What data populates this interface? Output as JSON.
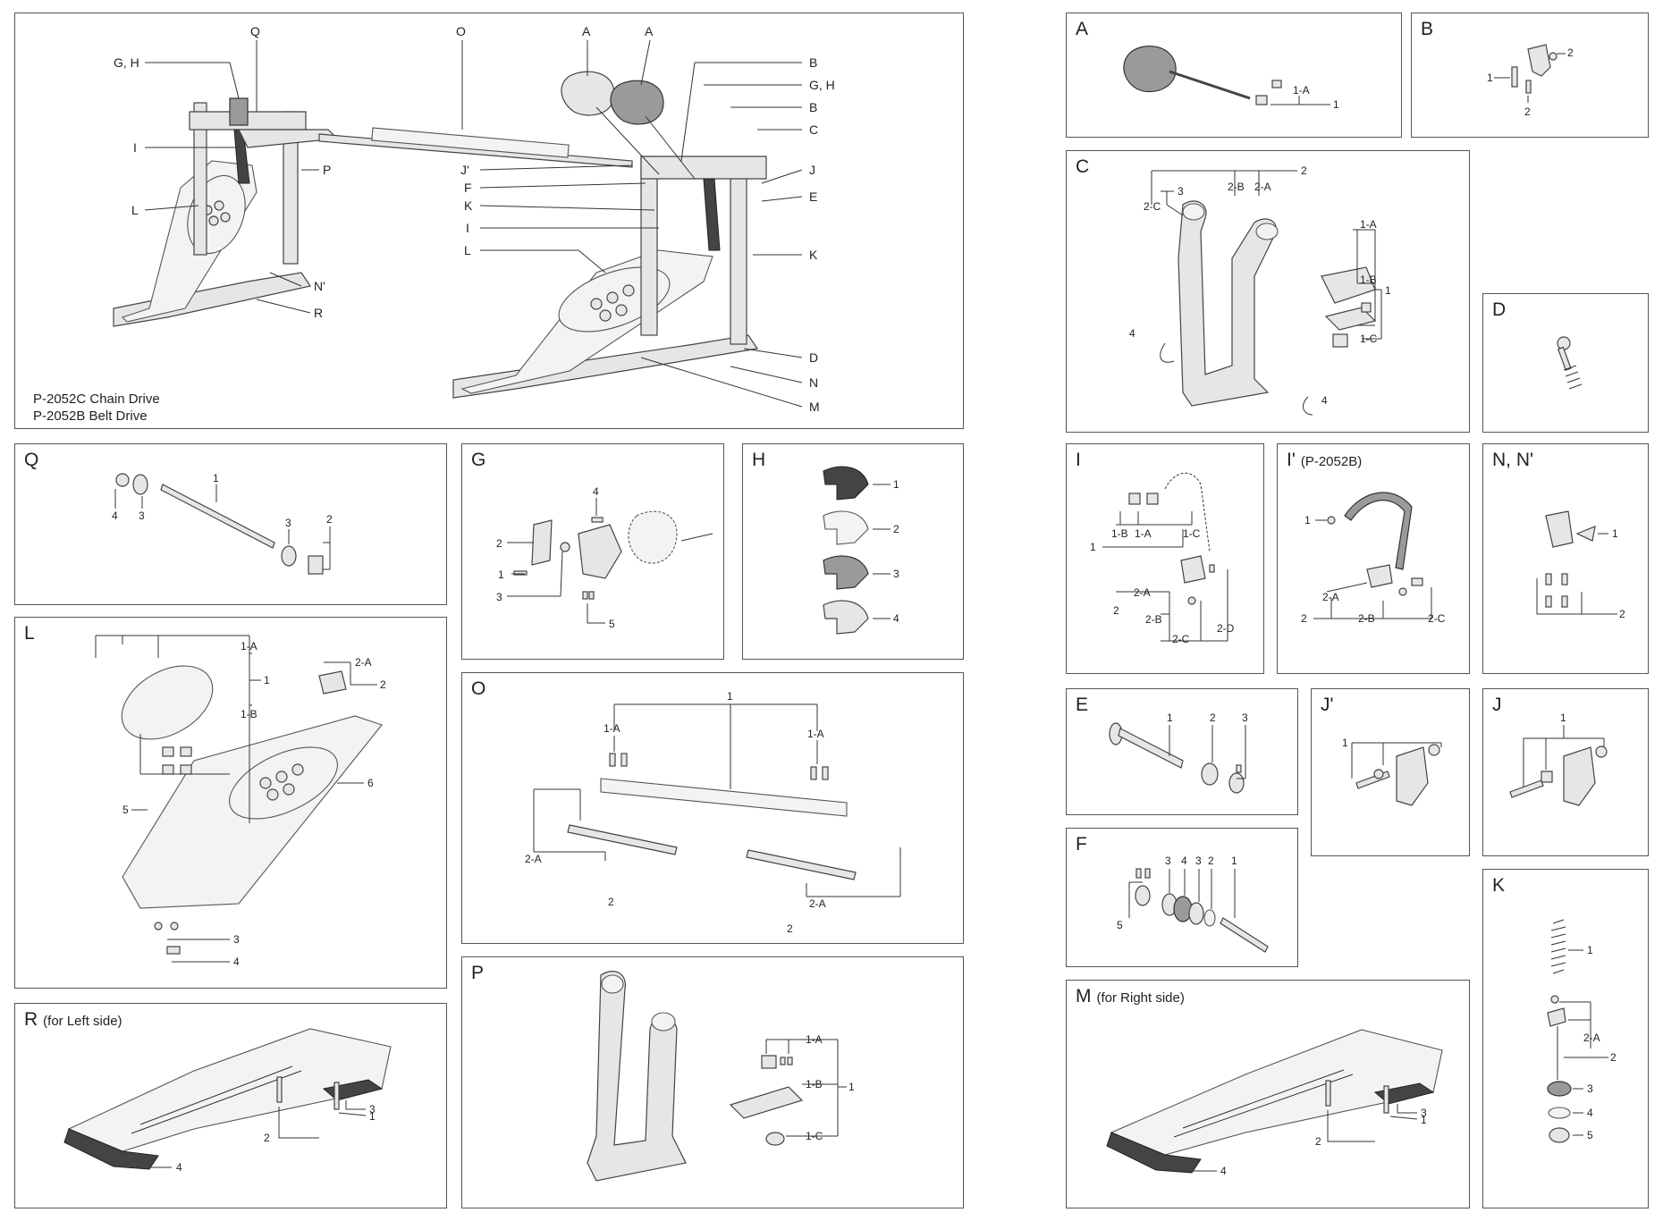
{
  "overview": {
    "model_lines": [
      "P-2052C Chain Drive",
      "P-2052B Belt Drive"
    ],
    "callouts_left": [
      "G, H",
      "Q",
      "I",
      "L",
      "P",
      "N'",
      "R"
    ],
    "callouts_right": [
      "O",
      "A",
      "A",
      "B",
      "G, H",
      "B",
      "C",
      "J'",
      "F",
      "K",
      "I",
      "L",
      "J",
      "E",
      "K",
      "D",
      "N",
      "M"
    ]
  },
  "panels": {
    "A": {
      "title": "A",
      "labels": [
        "1-A",
        "1"
      ]
    },
    "B": {
      "title": "B",
      "labels": [
        "1",
        "2",
        "2"
      ]
    },
    "C": {
      "title": "C",
      "labels": [
        "2",
        "3",
        "2-B",
        "2-A",
        "2-C",
        "1-A",
        "1-B",
        "1",
        "4",
        "1-C",
        "4"
      ]
    },
    "D": {
      "title": "D"
    },
    "Q": {
      "title": "Q",
      "labels": [
        "1",
        "4",
        "3",
        "3",
        "2"
      ]
    },
    "G": {
      "title": "G",
      "labels": [
        "4",
        "2",
        "1",
        "3",
        "5"
      ]
    },
    "H": {
      "title": "H",
      "labels": [
        "1",
        "2",
        "3",
        "4"
      ]
    },
    "I": {
      "title": "I",
      "labels": [
        "1-B",
        "1-A",
        "1-C",
        "1",
        "2-A",
        "2",
        "2-B",
        "2-C",
        "2-D"
      ]
    },
    "I_prime": {
      "title": "I'",
      "subtitle": "(P-2052B)",
      "labels": [
        "1",
        "2-A",
        "2",
        "2-B",
        "2-C"
      ]
    },
    "NN": {
      "title": "N, N'",
      "labels": [
        "1",
        "2"
      ]
    },
    "L": {
      "title": "L",
      "labels": [
        "1-A",
        "1",
        "1-B",
        "2-A",
        "2",
        "6",
        "5",
        "3",
        "4"
      ]
    },
    "O": {
      "title": "O",
      "labels": [
        "1",
        "1-A",
        "1-A",
        "2-A",
        "2",
        "2-A",
        "2"
      ]
    },
    "E": {
      "title": "E",
      "labels": [
        "1",
        "2",
        "3"
      ]
    },
    "J_prime": {
      "title": "J'",
      "labels": [
        "1"
      ]
    },
    "J": {
      "title": "J",
      "labels": [
        "1"
      ]
    },
    "F": {
      "title": "F",
      "labels": [
        "3",
        "4",
        "3",
        "2",
        "1",
        "5"
      ]
    },
    "K": {
      "title": "K",
      "labels": [
        "1",
        "2-A",
        "2",
        "3",
        "4",
        "5"
      ]
    },
    "R": {
      "title": "R",
      "subtitle": "(for Left side)",
      "labels": [
        "3",
        "1",
        "2",
        "4"
      ]
    },
    "P": {
      "title": "P",
      "labels": [
        "1-A",
        "1-B",
        "1",
        "1-C"
      ]
    },
    "M": {
      "title": "M",
      "subtitle": "(for Right side)",
      "labels": [
        "3",
        "1",
        "2",
        "4"
      ]
    }
  }
}
